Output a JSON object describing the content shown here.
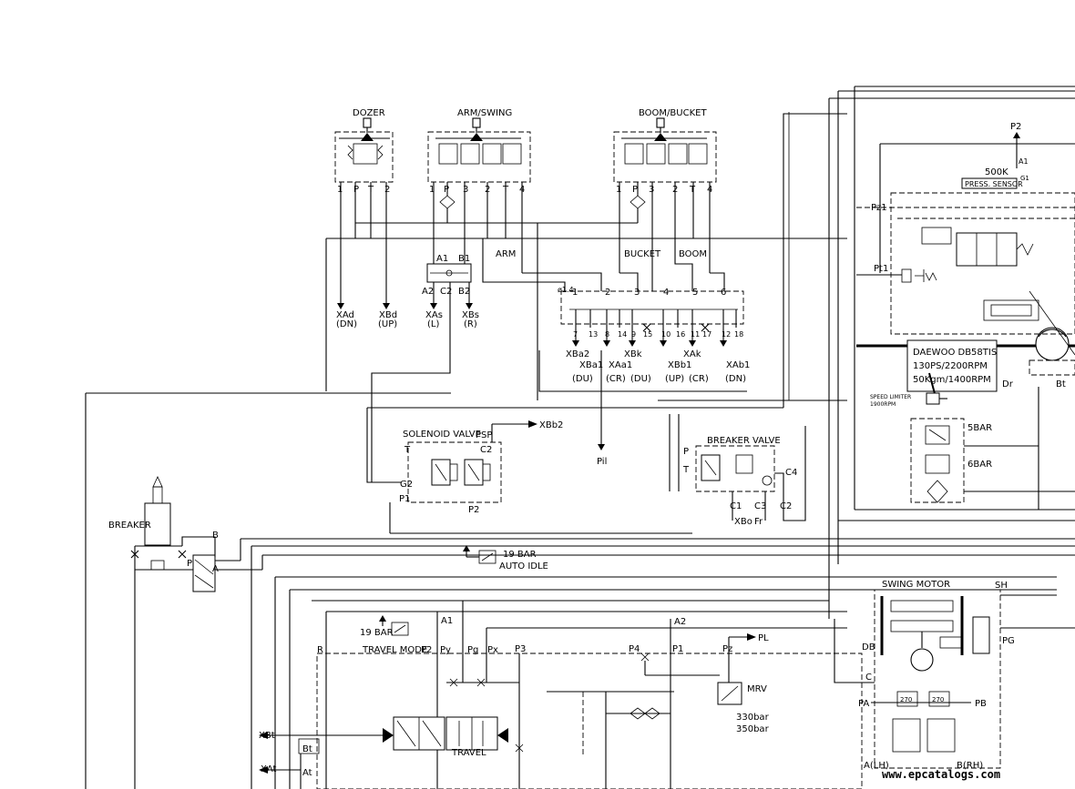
{
  "valves": {
    "dozer": "DOZER",
    "arm_swing": "ARM/SWING",
    "boom_bucket": "BOOM/BUCKET",
    "solenoid_valve": "SOLENOID VALVE",
    "breaker_valve": "BREAKER VALVE",
    "swing_motor": "SWING MOTOR",
    "breaker": "BREAKER",
    "travel": "TRAVEL",
    "travel_mode": "TRAVEL MODE",
    "mrv": "MRV",
    "auto_idle": "AUTO IDLE",
    "press_sensor": "PRESS. SENSOR",
    "speed_limiter": "SPEED LIMITER",
    "speed_limiter_rpm": "1900RPM"
  },
  "engine": {
    "model": "DAEWOO DB58TIS",
    "power": "130PS/2200RPM",
    "torque": "50Kgm/1400RPM"
  },
  "pressures": {
    "press_19_bar_a": "19 BAR",
    "press_19_bar_b": "19 BAR",
    "press_5_bar": "5BAR",
    "press_6_bar": "6BAR",
    "mrv_330": "330bar",
    "mrv_350": "350bar",
    "sensor_500k": "500K",
    "swing_270a": "270",
    "swing_270b": "270",
    "orifice": "ø1.4"
  },
  "ports": {
    "xad": "XAd",
    "xad_sub": "(DN)",
    "xbd": "XBd",
    "xbd_sub": "(UP)",
    "xas": "XAs",
    "xas_sub": "(L)",
    "xbs": "XBs",
    "xbs_sub": "(R)",
    "xba2": "XBa2",
    "xba1": "XBa1",
    "xba1_sub": "(DU)",
    "xaa1": "XAa1",
    "xaa1_sub": "(CR)",
    "xbk": "XBk",
    "xbk_sub": "(DU)",
    "xbb1": "XBb1",
    "xbb1_sub": "(UP)",
    "xak": "XAk",
    "xak_sub": "(CR)",
    "xab1": "XAb1",
    "xab1_sub": "(DN)",
    "xbb2": "XBb2",
    "pil": "Pil",
    "xbo": "XBo",
    "fr": "Fr",
    "pl": "PL",
    "xbt": "XBt",
    "xat": "XAt",
    "arm": "ARM",
    "bucket": "BUCKET",
    "boom": "BOOM",
    "a1": "A1",
    "b1": "B1",
    "a2": "A2",
    "c2": "C2",
    "b2": "B2",
    "p2": "P2",
    "pz1": "Pz1",
    "pt1": "Pt1",
    "a1r": "A1",
    "g1": "G1",
    "t": "T",
    "psp": "PSP",
    "c2s": "C2",
    "g2": "G2",
    "p1s": "P1",
    "p2s": "P2",
    "pb": "P",
    "tb": "T",
    "c1": "C1",
    "c3": "C3",
    "c2b": "C2",
    "c4": "C4",
    "dr": "Dr",
    "bt": "Bt",
    "sh": "SH",
    "pg": "PG",
    "db": "DB",
    "c": "C",
    "pa": "PA",
    "pbs": "PB",
    "alh": "A(LH)",
    "brh": "B(RH)",
    "r": "R",
    "tm_p2": "P2",
    "py": "Py",
    "pgt": "Pg",
    "px": "Px",
    "p3": "P3",
    "p4": "P4",
    "p1t": "P1",
    "pz": "Pz",
    "a1t": "A1",
    "a2t": "A2",
    "bt2": "Bt",
    "at": "At",
    "brk_b": "B",
    "brk_a": "A",
    "brk_p": "P"
  },
  "dozer_ports": [
    "1",
    "P",
    "T",
    "2"
  ],
  "arm_ports": [
    "1",
    "P",
    "3",
    "2",
    "T",
    "4"
  ],
  "boom_ports": [
    "1",
    "P",
    "3",
    "2",
    "T",
    "4"
  ],
  "mcv_top_ports": [
    "1",
    "2",
    "3",
    "4",
    "5",
    "6"
  ],
  "mcv_bottom_ports": [
    "7",
    "13",
    "8",
    "14",
    "9",
    "15",
    "10",
    "16",
    "11",
    "17",
    "12",
    "18"
  ],
  "watermark": "www.epcatalogs.com"
}
